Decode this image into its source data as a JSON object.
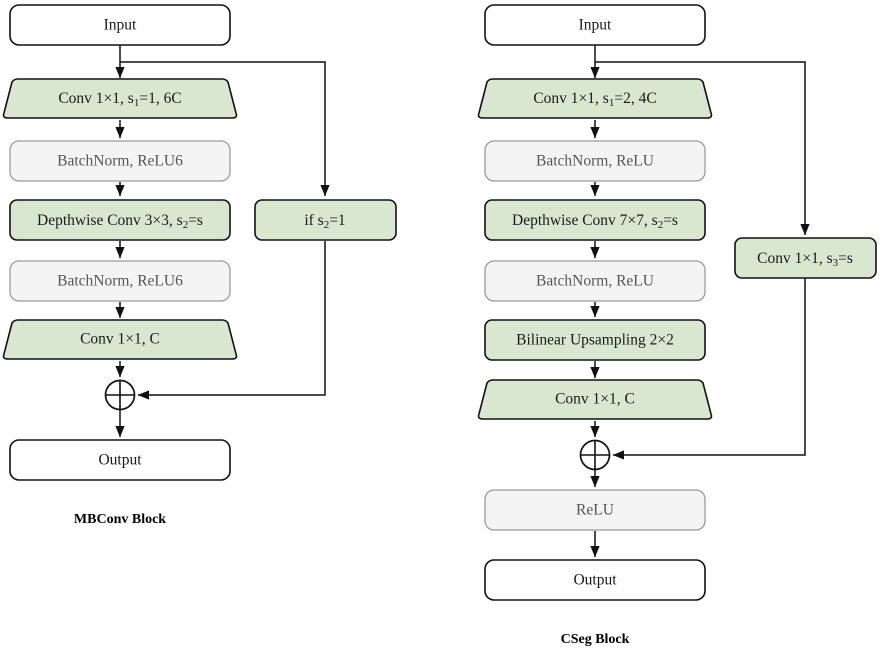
{
  "figure": {
    "title": "Neural network block architecture comparison",
    "background_color": "#ffffff",
    "accent_green": "#d9e7d1",
    "accent_gray": "#f4f4f4",
    "stroke_color": "#111111"
  },
  "blocks": [
    {
      "id": "mbconv",
      "caption": "MBConv Block",
      "main_path": [
        {
          "id": "mb-input",
          "text": "Input",
          "shape": "rounded-rect",
          "style": "plain"
        },
        {
          "id": "mb-conv1",
          "text": "Conv 1×1, s",
          "sub": "1",
          "tail": "=1, 6C",
          "shape": "trapezoid",
          "style": "green"
        },
        {
          "id": "mb-bn1",
          "text": "BatchNorm, ReLU6",
          "shape": "rounded-rect",
          "style": "gray"
        },
        {
          "id": "mb-dwconv",
          "text": "Depthwise Conv 3×3, s",
          "sub": "2",
          "tail": "=s",
          "shape": "rounded-rect",
          "style": "green"
        },
        {
          "id": "mb-bn2",
          "text": "BatchNorm, ReLU6",
          "shape": "rounded-rect",
          "style": "gray"
        },
        {
          "id": "mb-conv2",
          "text": "Conv 1×1, C",
          "shape": "trapezoid",
          "style": "green"
        },
        {
          "id": "mb-sum",
          "text": "+",
          "shape": "sum-circle",
          "style": "plain"
        },
        {
          "id": "mb-output",
          "text": "Output",
          "shape": "rounded-rect",
          "style": "plain"
        }
      ],
      "skip_path": [
        {
          "id": "mb-cond",
          "text": "if s",
          "sub": "2",
          "tail": "=1",
          "shape": "rounded-rect",
          "style": "green"
        }
      ]
    },
    {
      "id": "cseg",
      "caption": "CSeg Block",
      "main_path": [
        {
          "id": "cs-input",
          "text": "Input",
          "shape": "rounded-rect",
          "style": "plain"
        },
        {
          "id": "cs-conv1",
          "text": "Conv 1×1, s",
          "sub": "1",
          "tail": "=2, 4C",
          "shape": "trapezoid",
          "style": "green"
        },
        {
          "id": "cs-bn1",
          "text": "BatchNorm, ReLU",
          "shape": "rounded-rect",
          "style": "gray"
        },
        {
          "id": "cs-dwconv",
          "text": "Depthwise Conv 7×7, s",
          "sub": "2",
          "tail": "=s",
          "shape": "rounded-rect",
          "style": "green"
        },
        {
          "id": "cs-bn2",
          "text": "BatchNorm, ReLU",
          "shape": "rounded-rect",
          "style": "gray"
        },
        {
          "id": "cs-upsample",
          "text": "Bilinear Upsampling 2×2",
          "shape": "rounded-rect",
          "style": "green"
        },
        {
          "id": "cs-conv2",
          "text": "Conv 1×1, C",
          "shape": "trapezoid",
          "style": "green"
        },
        {
          "id": "cs-sum",
          "text": "+",
          "shape": "sum-circle",
          "style": "plain"
        },
        {
          "id": "cs-relu",
          "text": "ReLU",
          "shape": "rounded-rect",
          "style": "gray"
        },
        {
          "id": "cs-output",
          "text": "Output",
          "shape": "rounded-rect",
          "style": "plain"
        }
      ],
      "skip_path": [
        {
          "id": "cs-shortcut-conv",
          "text": "Conv 1×1, s",
          "sub": "3",
          "tail": "=s",
          "shape": "rounded-rect",
          "style": "green"
        }
      ]
    }
  ],
  "text": {
    "mb_input": "Input",
    "mb_conv1_main": "Conv 1×1, s",
    "mb_conv1_sub": "1",
    "mb_conv1_tail": "=1, 6C",
    "mb_bn1": "BatchNorm, ReLU6",
    "mb_dwconv_main": "Depthwise Conv 3×3, s",
    "mb_dwconv_sub": "2",
    "mb_dwconv_tail": "=s",
    "mb_bn2": "BatchNorm, ReLU6",
    "mb_conv2": "Conv 1×1, C",
    "mb_cond_main": "if s",
    "mb_cond_sub": "2",
    "mb_cond_tail": "=1",
    "mb_output": "Output",
    "mb_caption": "MBConv Block",
    "cs_input": "Input",
    "cs_conv1_main": "Conv 1×1, s",
    "cs_conv1_sub": "1",
    "cs_conv1_tail": "=2, 4C",
    "cs_bn1": "BatchNorm, ReLU",
    "cs_dwconv_main": "Depthwise Conv 7×7, s",
    "cs_dwconv_sub": "2",
    "cs_dwconv_tail": "=s",
    "cs_bn2": "BatchNorm, ReLU",
    "cs_upsample": "Bilinear Upsampling 2×2",
    "cs_conv2": "Conv 1×1, C",
    "cs_shortcut_main": "Conv 1×1, s",
    "cs_shortcut_sub": "3",
    "cs_shortcut_tail": "=s",
    "cs_relu": "ReLU",
    "cs_output": "Output",
    "cs_caption": "CSeg Block"
  }
}
